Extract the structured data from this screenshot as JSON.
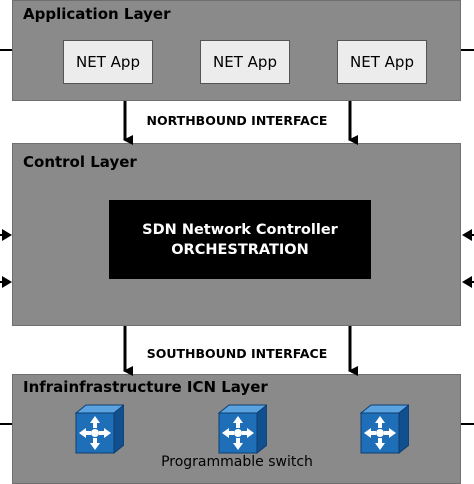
{
  "application_layer": {
    "title": "Application Layer",
    "apps": [
      "NET App",
      "NET App",
      "NET App"
    ]
  },
  "northbound": {
    "label": "NORTHBOUND INTERFACE"
  },
  "control_layer": {
    "title": "Control Layer",
    "controller_line1": "SDN Network Controller",
    "controller_line2": "ORCHESTRATION"
  },
  "southbound": {
    "label": "SOUTHBOUND INTERFACE"
  },
  "infrastructure_layer": {
    "title": "Infrainfrastructure ICN Layer",
    "caption": "Programmable switch",
    "switch_icon": "network-switch-icon"
  },
  "colors": {
    "layer_fill": "#8a8a8a",
    "controller_fill": "#000000",
    "switch_blue": "#1f6fb8"
  }
}
